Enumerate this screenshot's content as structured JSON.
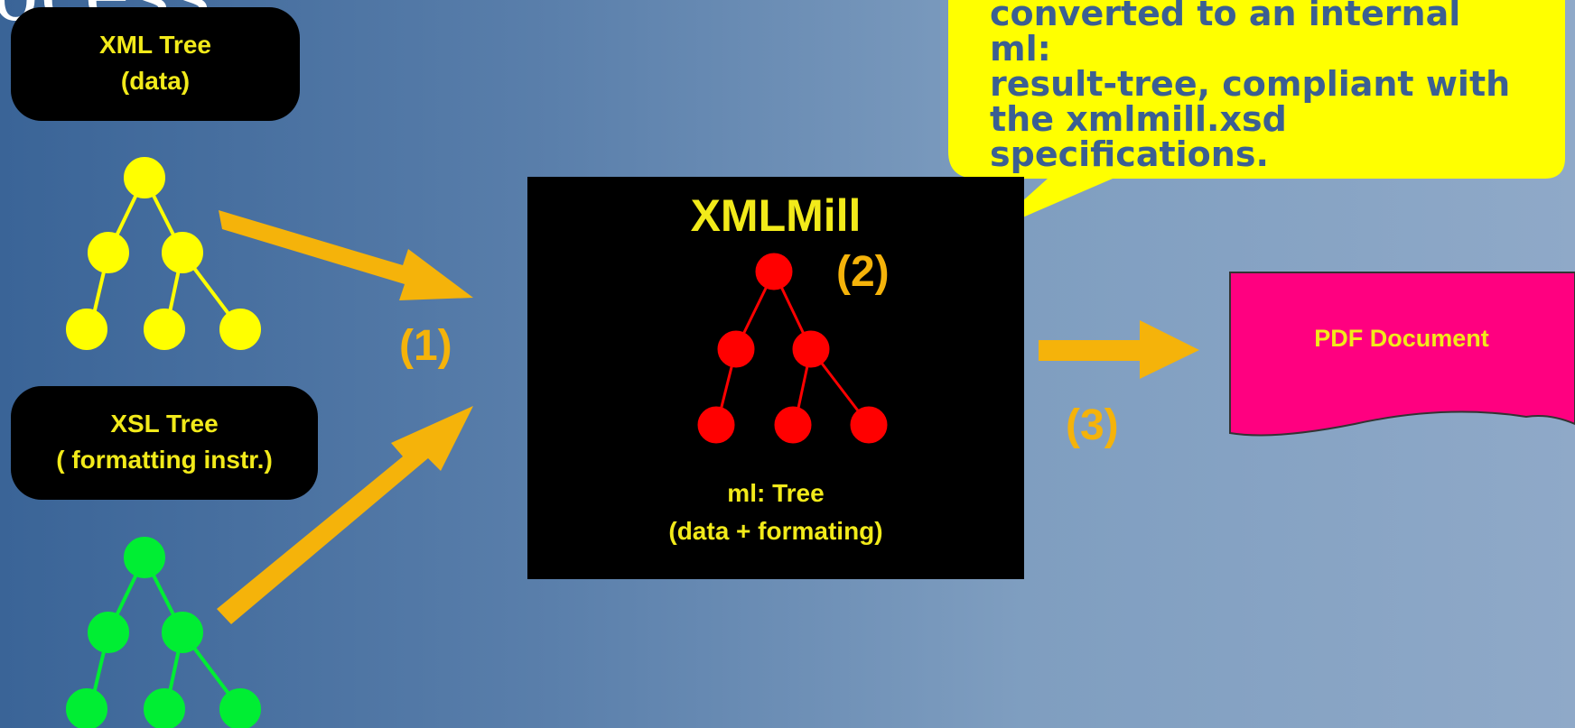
{
  "title_fragment": "ocess",
  "xml_tree": {
    "line1": "XML Tree",
    "line2": "(data)"
  },
  "xsl_tree": {
    "line1": "XSL Tree",
    "line2": "( formatting instr.)"
  },
  "xmlmill": {
    "title": "XMLMill",
    "step": "(2)",
    "caption_line1": "ml: Tree",
    "caption_line2": "(data + formating)"
  },
  "steps": {
    "one": "(1)",
    "three": "(3)"
  },
  "callout": {
    "lines": [
      "converted to an internal ml:",
      "result-tree, compliant with",
      "the xmlmill.xsd",
      "specifications."
    ]
  },
  "pdf": {
    "label": "PDF Document"
  },
  "colors": {
    "pill_bg": "#000000",
    "pill_text": "#f2ea1a",
    "xml_tree": "#ffff00",
    "xsl_tree": "#00ee33",
    "ml_tree": "#ff0000",
    "arrow": "#f5b30a",
    "callout_bg": "#ffff00",
    "callout_text": "#3b5f92",
    "pdf_bg": "#ff0080"
  }
}
